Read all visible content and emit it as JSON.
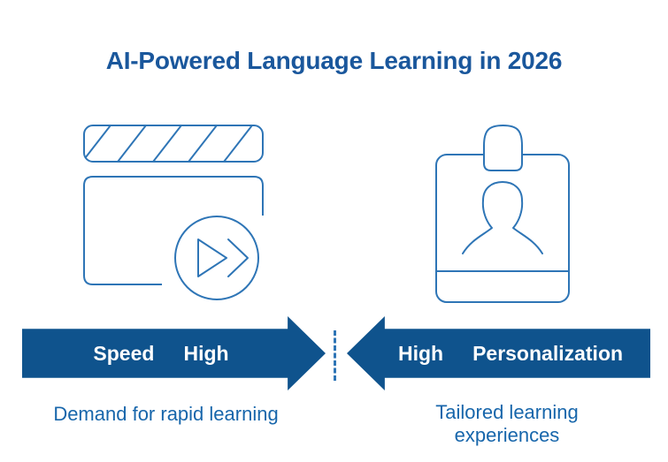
{
  "title": {
    "text": "AI-Powered Language Learning in 2026"
  },
  "colors": {
    "title_text": "#1a579c",
    "arrow_fill": "#0f538d",
    "arrow_label": "#ffffff",
    "icon_stroke": "#2e75b6",
    "caption_text": "#1766ab",
    "divider": "#2e75b6",
    "background": "#ffffff"
  },
  "left_section": {
    "icon": "clapperboard-fast-forward-icon",
    "arrow": {
      "direction": "right",
      "labels": [
        "Speed",
        "High"
      ]
    },
    "caption": "Demand for rapid learning"
  },
  "right_section": {
    "icon": "id-badge-person-icon",
    "arrow": {
      "direction": "left",
      "labels": [
        "High",
        "Personalization"
      ]
    },
    "caption_lines": [
      "Tailored learning",
      "experiences"
    ]
  }
}
